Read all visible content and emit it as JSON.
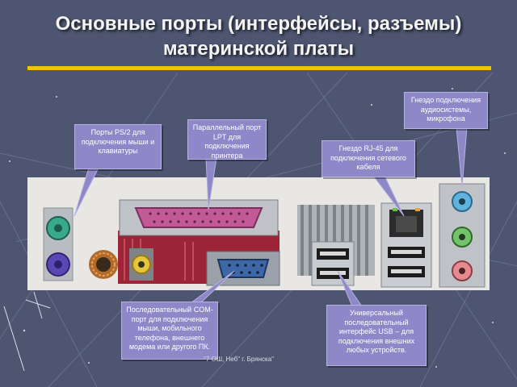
{
  "slide": {
    "title_line1": "Основные порты (интерфейсы, разъемы)",
    "title_line2": "материнской платы",
    "accent_color": "#f2c200",
    "callout_color": "#8e87c8"
  },
  "callouts": {
    "ps2": "Порты PS/2 для подключения мыши и клавиатуры",
    "lpt": "Параллельный порт LPT для подключения принтера",
    "rj45": "Гнездо RJ-45 для подключения сетевого кабеля",
    "audio": "Гнездо подключения аудиосистемы, микрофона",
    "com": "Последовательный COM-порт для подключения мыши, мобильного телефона, внешнего модема или другого ПК.",
    "usb": "Универсальный последовательный интерфейс USB – для подключения внешних любых устройств."
  },
  "footer": {
    "watermark": "\"7 ОШ, Неб\" г. Брянска\""
  }
}
